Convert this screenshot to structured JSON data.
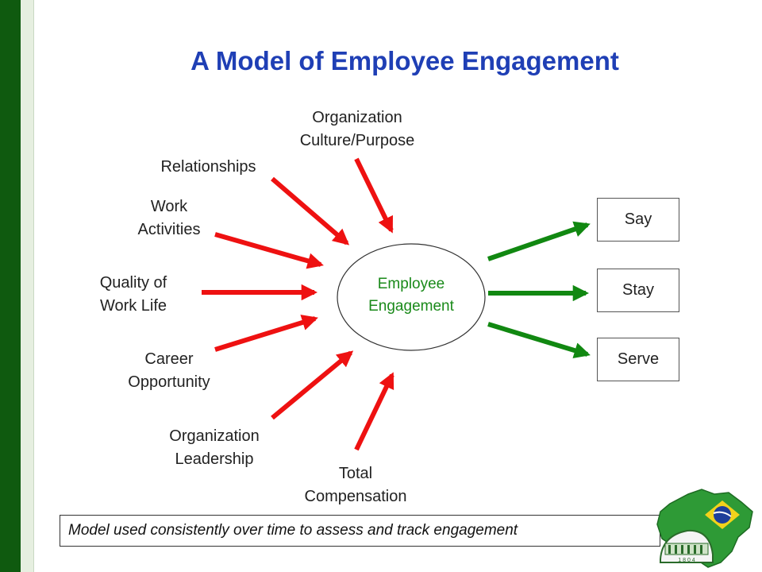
{
  "title": "A Model of Employee Engagement",
  "center": "Employee\nEngagement",
  "drivers": [
    "Organization\nCulture/Purpose",
    "Relationships",
    "Work\nActivities",
    "Quality of\nWork Life",
    "Career\nOpportunity",
    "Organization\nLeadership",
    "Total\nCompensation"
  ],
  "outcomes": [
    "Say",
    "Stay",
    "Serve"
  ],
  "note": "Model used consistently over time to assess and track engagement",
  "emblem_text": "1 8 0 4",
  "colors": {
    "title": "#1f3fb5",
    "driver_arrow": "#ee1111",
    "outcome_arrow": "#118811",
    "center_text": "#1a8a1a",
    "side_bar": "#0f5a0f"
  }
}
